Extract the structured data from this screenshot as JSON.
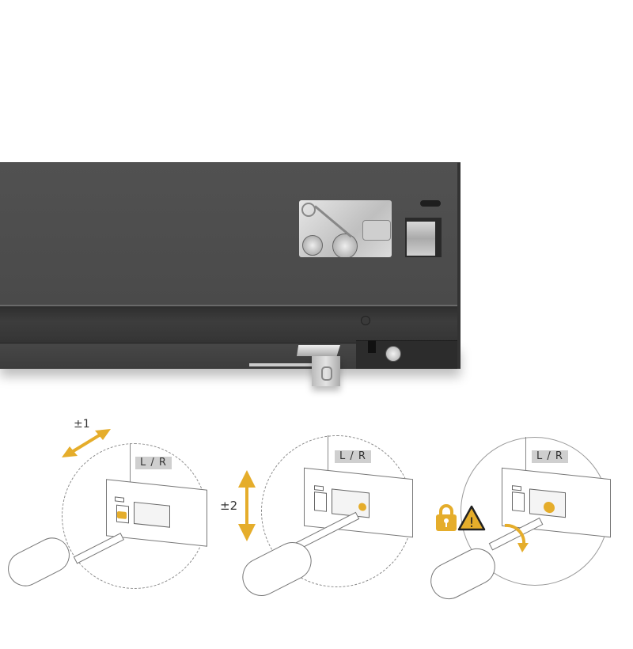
{
  "product_photo": {
    "subject": "drawer runner side panel with front-adjustment mechanism",
    "colors": {
      "panel": "#4d4d4d",
      "lip": "#333333",
      "metal": "#d0d0d0"
    }
  },
  "instructions": {
    "accent_color": "#e5ad2b",
    "steps": [
      {
        "label": "L / R",
        "adjustment": "±1",
        "direction": "horizontal",
        "icon": "double-arrow-diagonal-icon"
      },
      {
        "label": "L / R",
        "adjustment": "±2",
        "direction": "vertical",
        "icon": "double-arrow-vertical-icon"
      },
      {
        "label": "L / R",
        "adjustment": "",
        "direction": "lock",
        "icon": "padlock-icon",
        "warning_icon": "warning-triangle-icon",
        "warning_glyph": "!",
        "rotate_icon": "rotate-arrow-icon"
      }
    ]
  }
}
